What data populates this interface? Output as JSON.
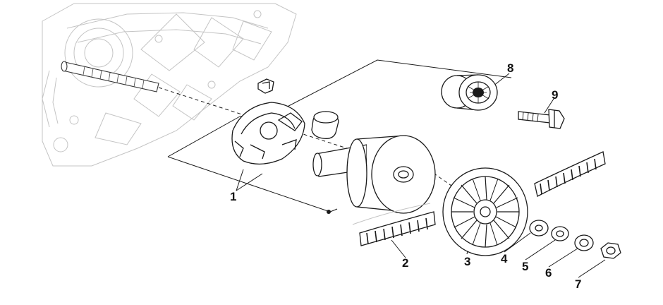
{
  "callouts": {
    "c1": "1",
    "c2": "2",
    "c3": "3",
    "c4": "4",
    "c5": "5",
    "c6": "6",
    "c7": "7",
    "c8": "8",
    "c9": "9"
  },
  "colors": {
    "background": "#ffffff",
    "ink": "#1a1a1a",
    "ghost": "#c4c4c4"
  }
}
